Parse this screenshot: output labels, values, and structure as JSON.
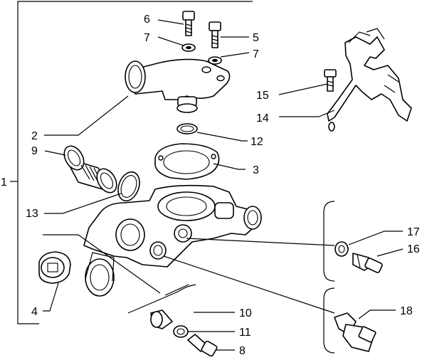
{
  "callouts": {
    "assembly": "1",
    "outlet_elbow": "2",
    "gasket": "3",
    "plug": "4",
    "long_bolt": "5",
    "short_bolt": "6",
    "washer_left": "7",
    "washer_right": "7",
    "bottom_bolt": "8",
    "hose_sleeve": "9",
    "connector": "10",
    "connector_washer": "11",
    "o_ring_small": "12",
    "o_ring_large": "13",
    "bracket": "14",
    "bracket_bolt": "15",
    "temp_sender": "16",
    "sender_washer": "17",
    "temp_switch": "18"
  }
}
